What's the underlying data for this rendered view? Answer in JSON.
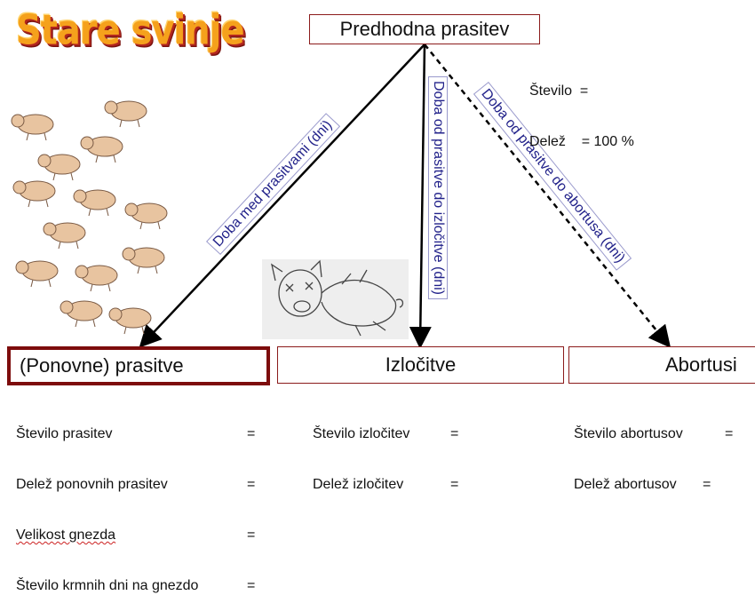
{
  "title": "Stare svinje",
  "top_box": {
    "label": "Predhodna prasitev",
    "stevilo": "Število  =",
    "delez": "Delež    = 100 %"
  },
  "edges": {
    "left": "Doba med prasitvami (dni)",
    "middle": "Doba od prasitve do izločitve (dni)",
    "right": "Doba od prasitve do abortusa (dni)"
  },
  "boxes": {
    "ponovne": {
      "label": "(Ponovne) prasitve",
      "rows": [
        {
          "label": "Število prasitev",
          "eq": "="
        },
        {
          "label": "Delež ponovnih prasitev",
          "eq": "="
        },
        {
          "label": "Velikost gnezda",
          "eq": "="
        },
        {
          "label": "Število krmnih dni na gnezdo",
          "eq": "="
        }
      ]
    },
    "izlocitve": {
      "label": "Izločitve",
      "rows": [
        {
          "label": "Število izločitev",
          "eq": "="
        },
        {
          "label": "Delež izločitev",
          "eq": "="
        }
      ]
    },
    "abortusi": {
      "label": "Abortusi",
      "rows": [
        {
          "label": "Število abortusov",
          "eq": "="
        },
        {
          "label": "Delež abortusov",
          "eq": "="
        }
      ]
    }
  },
  "colors": {
    "box_border": "#8b1b1b",
    "selected_border": "#7d0c0c",
    "edge_label": "#22228a",
    "pig_fill": "#e8c4a0"
  }
}
